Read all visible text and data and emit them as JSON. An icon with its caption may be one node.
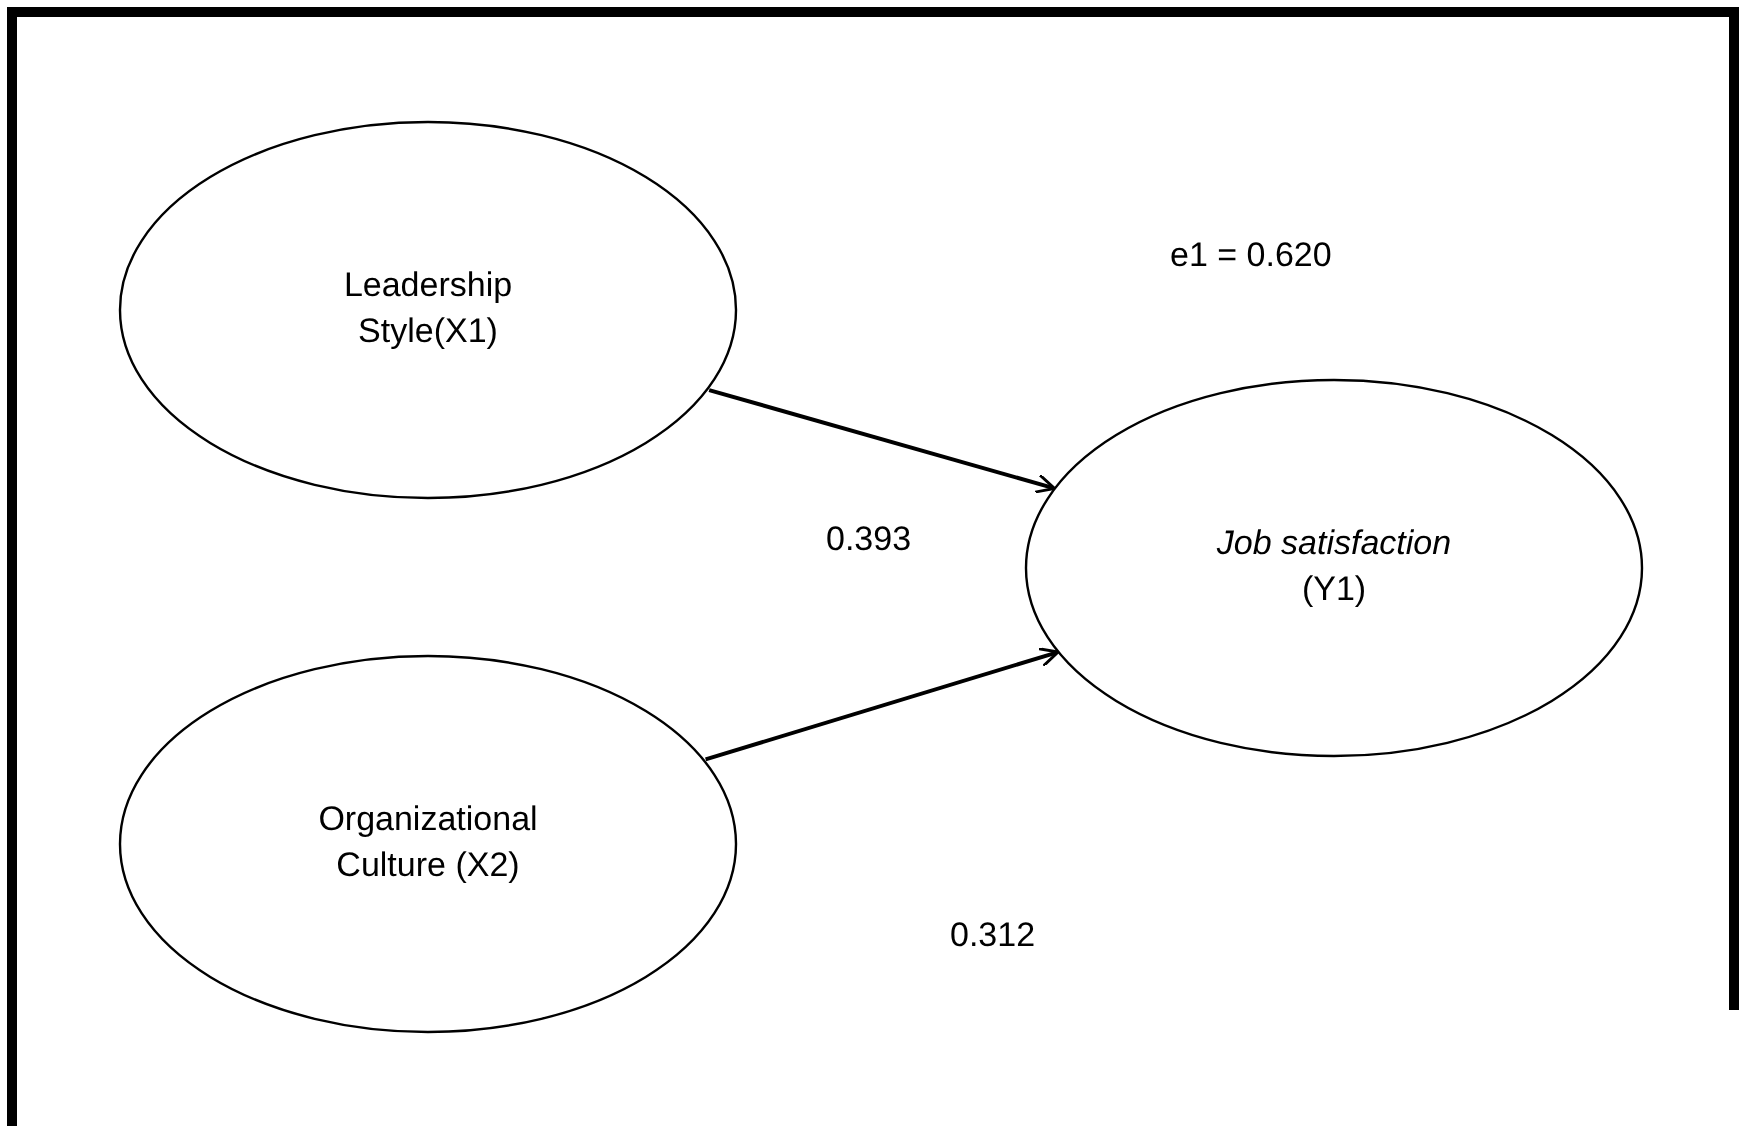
{
  "diagram": {
    "nodes": [
      {
        "text": [
          "Leadership Style(X1)"
        ]
      },
      {
        "text": [
          "Organizational Culture (X2)"
        ]
      },
      {
        "text": [
          "*Job satisfaction* (Y1)"
        ]
      }
    ],
    "edges": [
      {
        "from": 0,
        "to": 2,
        "arrow": "to"
      },
      {
        "from": 1,
        "to": 2,
        "arrow": "to"
      }
    ],
    "labels": [
      "e1 = 0.620",
      "0.393",
      "0.312"
    ]
  }
}
